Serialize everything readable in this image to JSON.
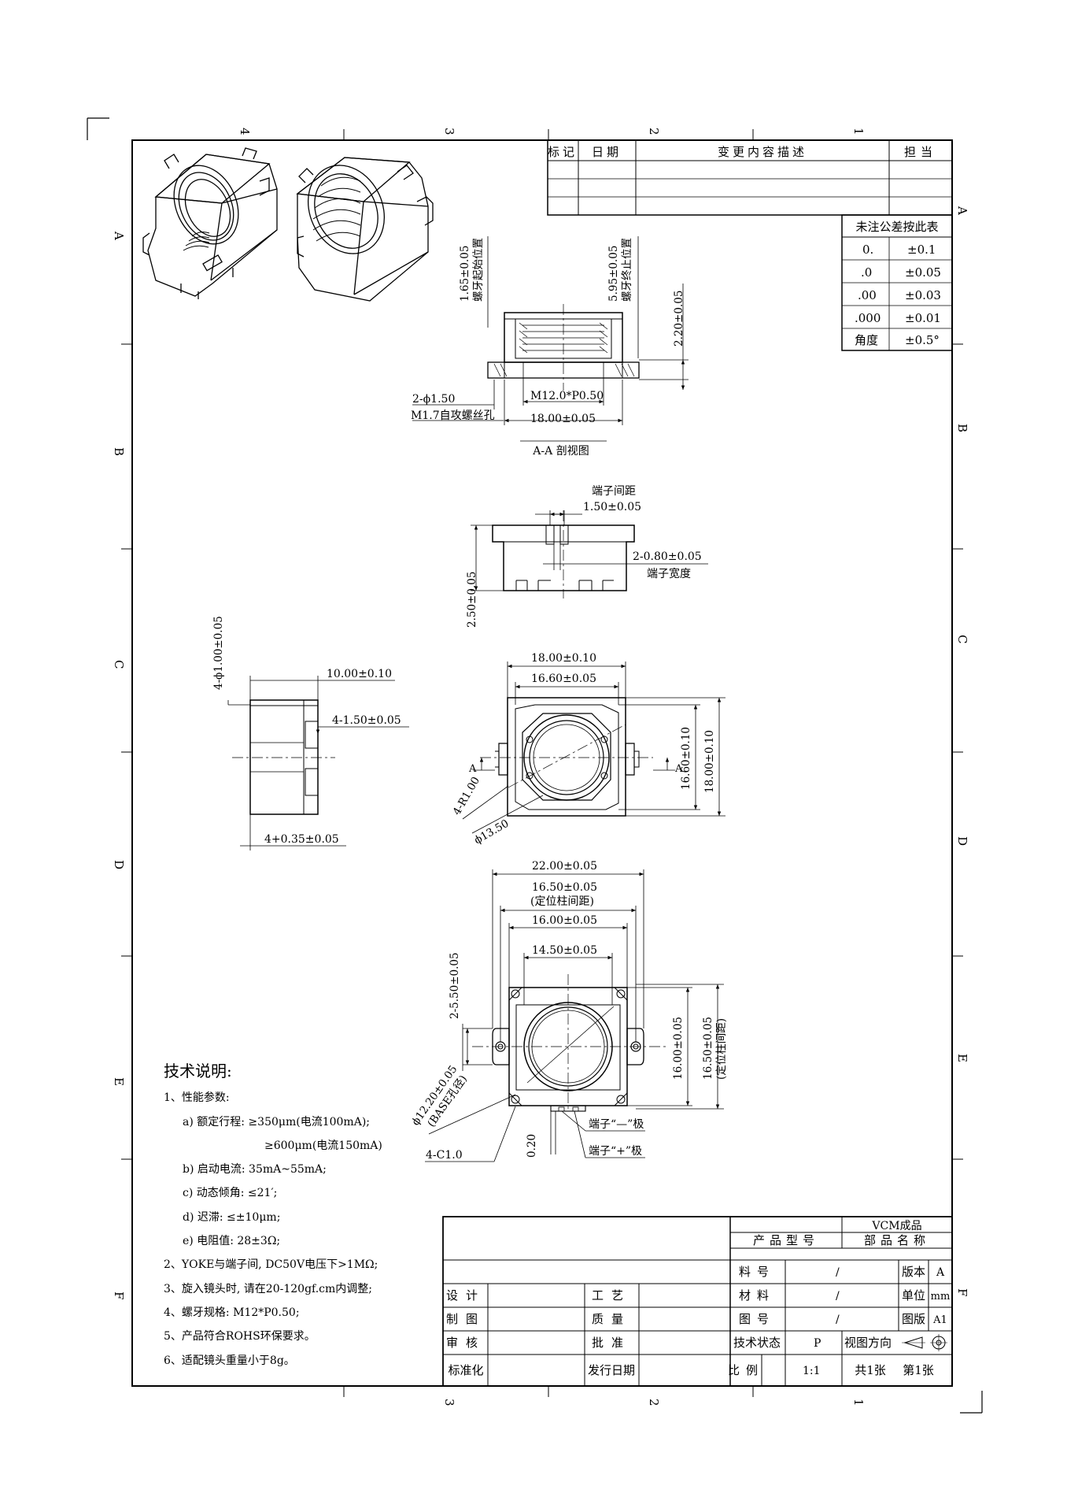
{
  "border": {
    "cols_top": [
      "4",
      "3",
      "2",
      "1"
    ],
    "cols_bottom": [
      "3",
      "2",
      "1"
    ],
    "rows_left": [
      "A",
      "B",
      "C",
      "D",
      "E",
      "F"
    ],
    "rows_right": [
      "A",
      "B",
      "C",
      "D",
      "E",
      "F"
    ]
  },
  "revision_table": {
    "headers": [
      "标记",
      "日期",
      "变更内容描述",
      "担当"
    ]
  },
  "tolerance_table": {
    "title": "未注公差按此表",
    "rows": [
      {
        "k": "0.",
        "v": "±0.1"
      },
      {
        "k": ".0",
        "v": "±0.05"
      },
      {
        "k": ".00",
        "v": "±0.03"
      },
      {
        "k": ".000",
        "v": "±0.01"
      },
      {
        "k": "角度",
        "v": "±0.5°"
      }
    ]
  },
  "section_view": {
    "dim_thread_start": "1.65±0.05",
    "label_thread_start": "螺牙起始位置",
    "dim_thread_end": "5.95±0.05",
    "label_thread_end": "螺牙终止位置",
    "dim_height": "2.20±0.05",
    "dim_holes": "2-ϕ1.50",
    "label_holes": "M1.7自攻螺丝孔",
    "dim_thread": "M12.0*P0.50",
    "dim_width": "18.00±0.05",
    "caption": "A-A 剖视图"
  },
  "terminal_view": {
    "label_pitch": "端子间距",
    "dim_pitch": "1.50±0.05",
    "dim_width": "2-0.80±0.05",
    "label_width": "端子宽度",
    "dim_height": "2.50±0.05"
  },
  "side_view": {
    "dim_holes": "4-ϕ1.00±0.05",
    "dim_length": "10.00±0.10",
    "dim_slot": "4-1.50±0.05",
    "dim_bottom": "4+0.35±0.05"
  },
  "top_view": {
    "dim_outer": "18.00±0.10",
    "dim_inner": "16.60±0.05",
    "dim_inner_v": "16.60±0.10",
    "dim_outer_v": "18.00±0.10",
    "dim_radius": "4-R1.00",
    "dim_diameter": "ϕ13.50",
    "section_mark": "A"
  },
  "bottom_view": {
    "dim_total": "22.00±0.05",
    "dim_pins": "16.50±0.05",
    "label_pins": "(定位柱间距)",
    "dim_body": "16.00±0.05",
    "dim_inner": "14.50±0.05",
    "dim_offset": "2-5.50±0.05",
    "dim_body_v": "16.00±0.05",
    "dim_pins_v": "16.50±0.05",
    "label_pins_v": "(定位柱间距)",
    "dim_hole": "ϕ12.20±0.05",
    "label_hole": "(BASE孔径)",
    "dim_chamfer": "4-C1.0",
    "dim_gap": "0.20",
    "label_neg": "端子“—”极",
    "label_pos": "端子“+”极"
  },
  "notes": {
    "title": "技术说明:",
    "items": [
      "1、性能参数:",
      "a) 额定行程: ≥350μm(电流100mA);",
      "≥600μm(电流150mA)",
      "b) 启动电流: 35mA~55mA;",
      "c) 动态倾角: ≤21′;",
      "d) 迟滞: ≤±10μm;",
      "e) 电阻值: 28±3Ω;",
      "2、YOKE与端子间, DC50V电压下>1MΩ;",
      "3、旋入镜头时, 请在20-120gf.cm内调整;",
      "4、螺牙规格: M12*P0.50;",
      "5、产品符合ROHS环保要求。",
      "6、适配镜头重量小于8g。"
    ]
  },
  "title_block": {
    "product": "VCM成品",
    "model_label": "产品型号",
    "part_label": "部品名称",
    "material_no": "料号",
    "material": "材料",
    "drawing_no": "图号",
    "tech_state": "技术状态",
    "scale": "比例",
    "slash1": "/",
    "slash2": "/",
    "slash3": "/",
    "state_value": "P",
    "scale_value": "1:1",
    "version": "版本",
    "version_value": "A",
    "unit": "单位",
    "unit_value": "mm",
    "sheet_size": "图版",
    "sheet_size_value": "A1",
    "view_dir": "视图方向",
    "sheets": "共1张",
    "sheet_no": "第1张",
    "design": "设计",
    "drafter": "制图",
    "review": "审核",
    "standard": "标准化",
    "process": "工艺",
    "quality": "质量",
    "approve": "批准",
    "release_date": "发行日期"
  }
}
